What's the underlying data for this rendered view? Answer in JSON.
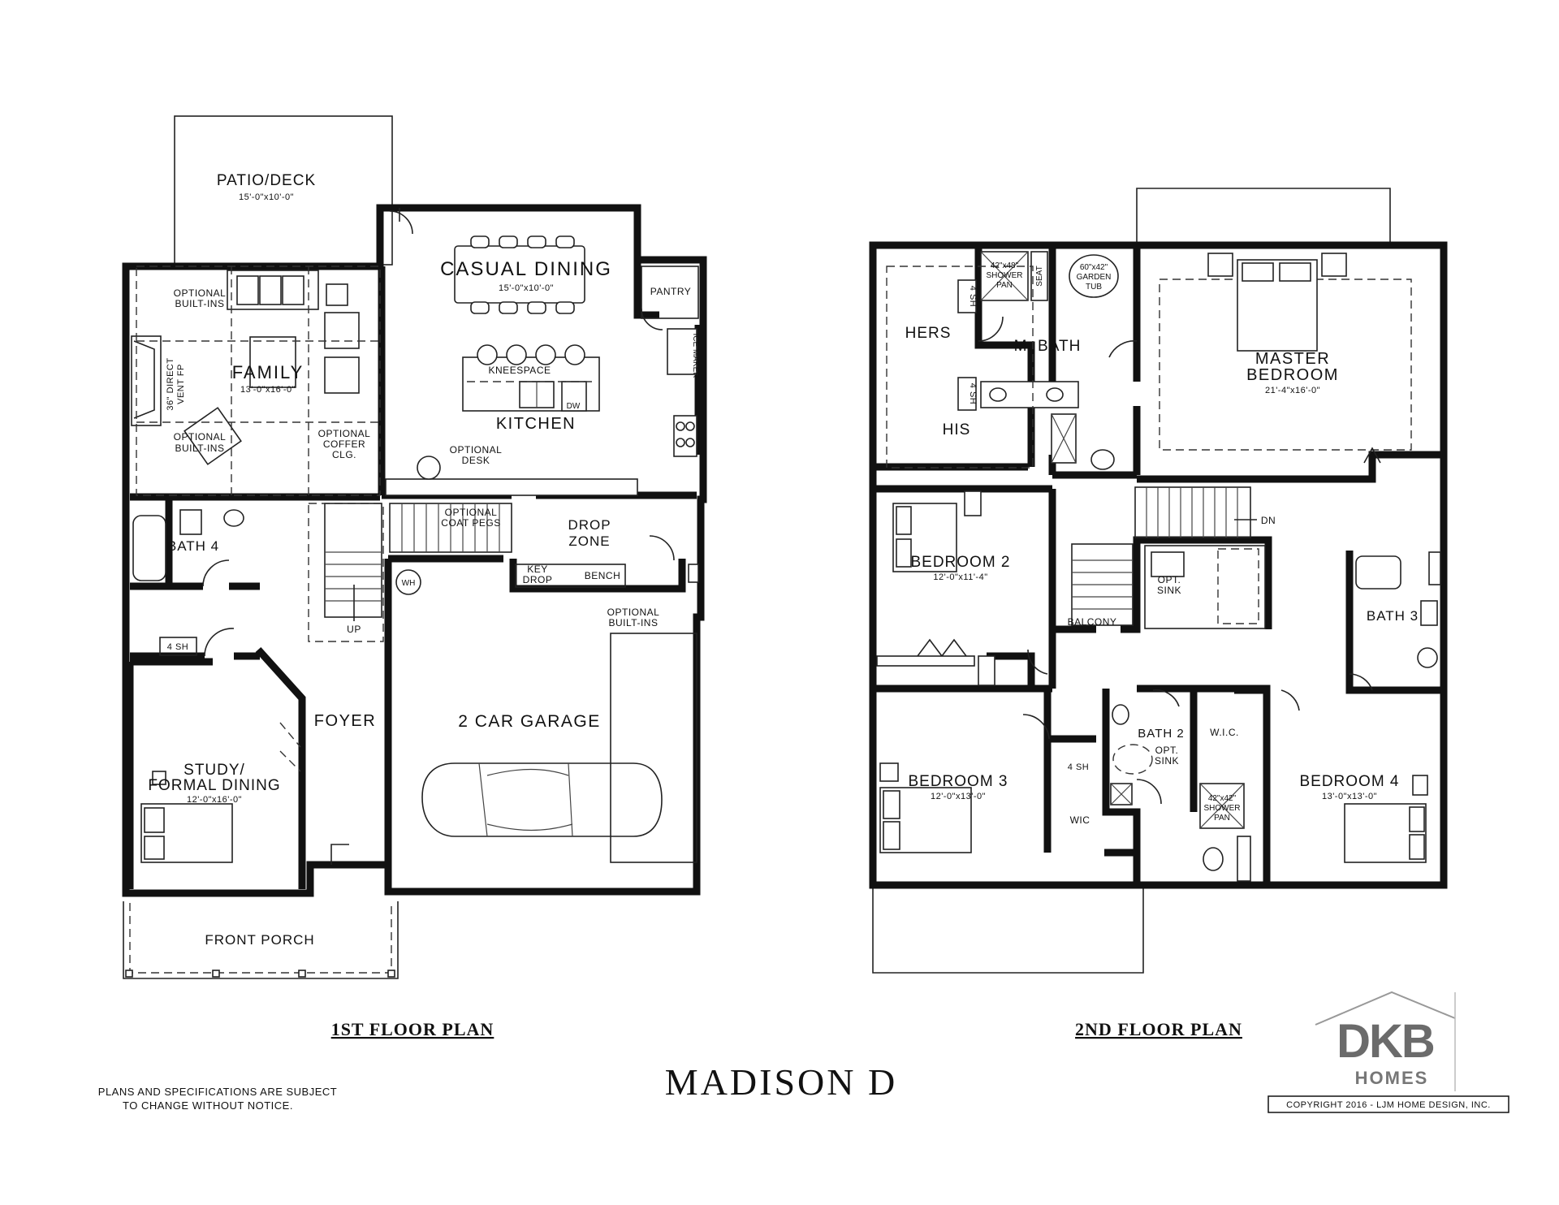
{
  "title": "MADISON D",
  "disclaimer": [
    "PLANS AND SPECIFICATIONS ARE SUBJECT",
    "TO CHANGE WITHOUT NOTICE."
  ],
  "copyright": "COPYRIGHT 2016 - LJM HOME DESIGN, INC.",
  "logo": {
    "letters": "DKB",
    "word": "HOMES"
  },
  "first_floor": {
    "caption": "1ST FLOOR PLAN",
    "patio": {
      "name": "PATIO/DECK",
      "dim": "15'-0\"x10'-0\""
    },
    "casual_dining": {
      "name": "CASUAL DINING",
      "dim": "15'-0\"x10'-0\""
    },
    "pantry": "PANTRY",
    "ice_maker": "ICE MAKER",
    "family": {
      "name": "FAMILY",
      "dim": "13'-0\"x16'-0\""
    },
    "fireplace": [
      "36\" DIRECT",
      "VENT FP"
    ],
    "optional_builtins_top": [
      "OPTIONAL",
      "BUILT-INS"
    ],
    "optional_builtins_mid": [
      "OPTIONAL",
      "BUILT-INS"
    ],
    "optional_coffer": [
      "OPTIONAL",
      "COFFER",
      "CLG."
    ],
    "kneespace": "KNEESPACE",
    "dw": "DW",
    "kitchen": "KITCHEN",
    "optional_desk": [
      "OPTIONAL",
      "DESK"
    ],
    "bath4": "BATH 4",
    "optional_coat_pegs": [
      "OPTIONAL",
      "COAT PEGS"
    ],
    "drop_zone": [
      "DROP",
      "ZONE"
    ],
    "key_drop": [
      "KEY",
      "DROP"
    ],
    "bench": "BENCH",
    "wh": "WH",
    "optional_builtins_bottom": [
      "OPTIONAL",
      "BUILT-INS"
    ],
    "up": "UP",
    "sh4": "4 SH",
    "foyer": "FOYER",
    "garage": "2 CAR GARAGE",
    "study": {
      "name": [
        "STUDY/",
        "FORMAL DINING"
      ],
      "dim": "12'-0\"x16'-0\""
    },
    "front_porch": "FRONT PORCH"
  },
  "second_floor": {
    "caption": "2ND FLOOR PLAN",
    "shower_pan_top": [
      "42\"x48\"",
      "SHOWER",
      "PAN"
    ],
    "seat": "SEAT",
    "garden_tub": [
      "60\"x42\"",
      "GARDEN",
      "TUB"
    ],
    "hers": "HERS",
    "his": "HIS",
    "sh4_a": "4 SH",
    "sh4_b": "4 SH",
    "m_bath": "M. BATH",
    "master": {
      "name": [
        "MASTER",
        "BEDROOM"
      ],
      "dim": "21'-4\"x16'-0\""
    },
    "dn": "DN",
    "bedroom2": {
      "name": "BEDROOM 2",
      "dim": "12'-0\"x11'-4\""
    },
    "opt_sink_a": [
      "OPT.",
      "SINK"
    ],
    "balcony": "BALCONY",
    "bath3": "BATH 3",
    "bath2": "BATH 2",
    "opt_sink_b": [
      "OPT.",
      "SINK"
    ],
    "wic_a": "W.I.C.",
    "sh4_c": "4 SH",
    "bedroom3": {
      "name": "BEDROOM 3",
      "dim": "12'-0\"x13'-0\""
    },
    "wic_b": "WIC",
    "shower_pan_bottom": [
      "42\"x42\"",
      "SHOWER",
      "PAN"
    ],
    "bedroom4": {
      "name": "BEDROOM 4",
      "dim": "13'-0\"x13'-0\""
    }
  }
}
